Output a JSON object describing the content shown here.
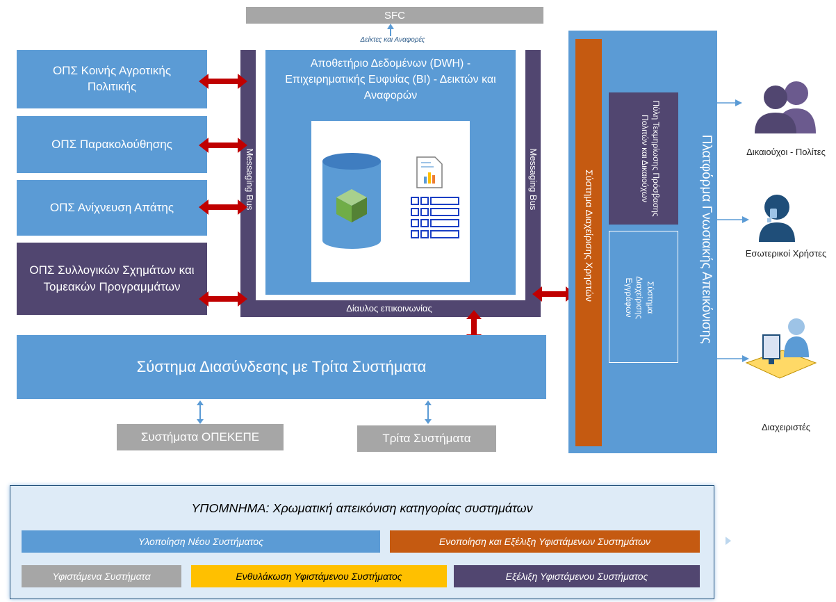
{
  "sfc": {
    "label": "SFC",
    "link_label": "Δείκτες και Αναφορές"
  },
  "left_systems": [
    {
      "label": "ΟΠΣ Κοινής Αγροτικής Πολιτικής"
    },
    {
      "label": "ΟΠΣ Παρακολούθησης"
    },
    {
      "label": "ΟΠΣ Ανίχνευση Απάτης"
    },
    {
      "label": "ΟΠΣ Συλλογικών Σχημάτων και Τομεακών Προγραμμάτων"
    }
  ],
  "dwh": {
    "title": "Αποθετήριο Δεδομένων (DWH) - Επιχειρηματικής Ευφυίας (BI) - Δεικτών και Αναφορών"
  },
  "bus": {
    "left": "Messaging Bus",
    "right": "Messaging Bus",
    "bottom": "Δίαυλος επικοινωνίας"
  },
  "interconnection": {
    "label": "Σύστημα Διασύνδεσης με Τρίτα Συστήματα"
  },
  "external": {
    "opekepe": "Συστήματα ΟΠΕΚΕΠΕ",
    "third": "Τρίτα Συστήματα"
  },
  "user_mgmt": {
    "label": "Σύστημα Διαχείρισης Χρηστών"
  },
  "platform": {
    "label": "Πλατφόρμα Γνωσιακής Απεικόνισης",
    "portal": "Πύλη Τεκμηρίωσης Πρόσβασης Πολιτών και Δικαιούχων",
    "docs": "Σύστημα Διαχείρισης Εγγράφων"
  },
  "users": [
    {
      "label": "Δικαιούχοι - Πολίτες",
      "icon": "people-icon"
    },
    {
      "label": "Εσωτερικοί Χρήστες",
      "icon": "user-headset-icon"
    },
    {
      "label": "Διαχειριστές",
      "icon": "admin-computer-icon"
    }
  ],
  "legend": {
    "title": "ΥΠΟΜΝΗΜΑ: Χρωματική απεικόνιση κατηγορίας συστημάτων",
    "items": [
      {
        "label": "Υλοποίηση Νέου Συστήματος",
        "color": "#5b9bd5"
      },
      {
        "label": "Ενοποίηση και Εξέλιξη Υφιστάμενων Συστημάτων",
        "color": "#c55a11"
      },
      {
        "label": "Υφιστάμενα Συστήματα",
        "color": "#a6a6a6"
      },
      {
        "label": "Ενθυλάκωση Υφιστάμενου Συστήματος",
        "color": "#ffc000"
      },
      {
        "label": "Εξέλιξη Υφιστάμενου Συστήματος",
        "color": "#514670"
      }
    ]
  },
  "colors": {
    "blue": "#5b9bd5",
    "purple": "#514670",
    "grey": "#a6a6a6",
    "orange": "#c55a11",
    "arrow": "#c00000"
  }
}
